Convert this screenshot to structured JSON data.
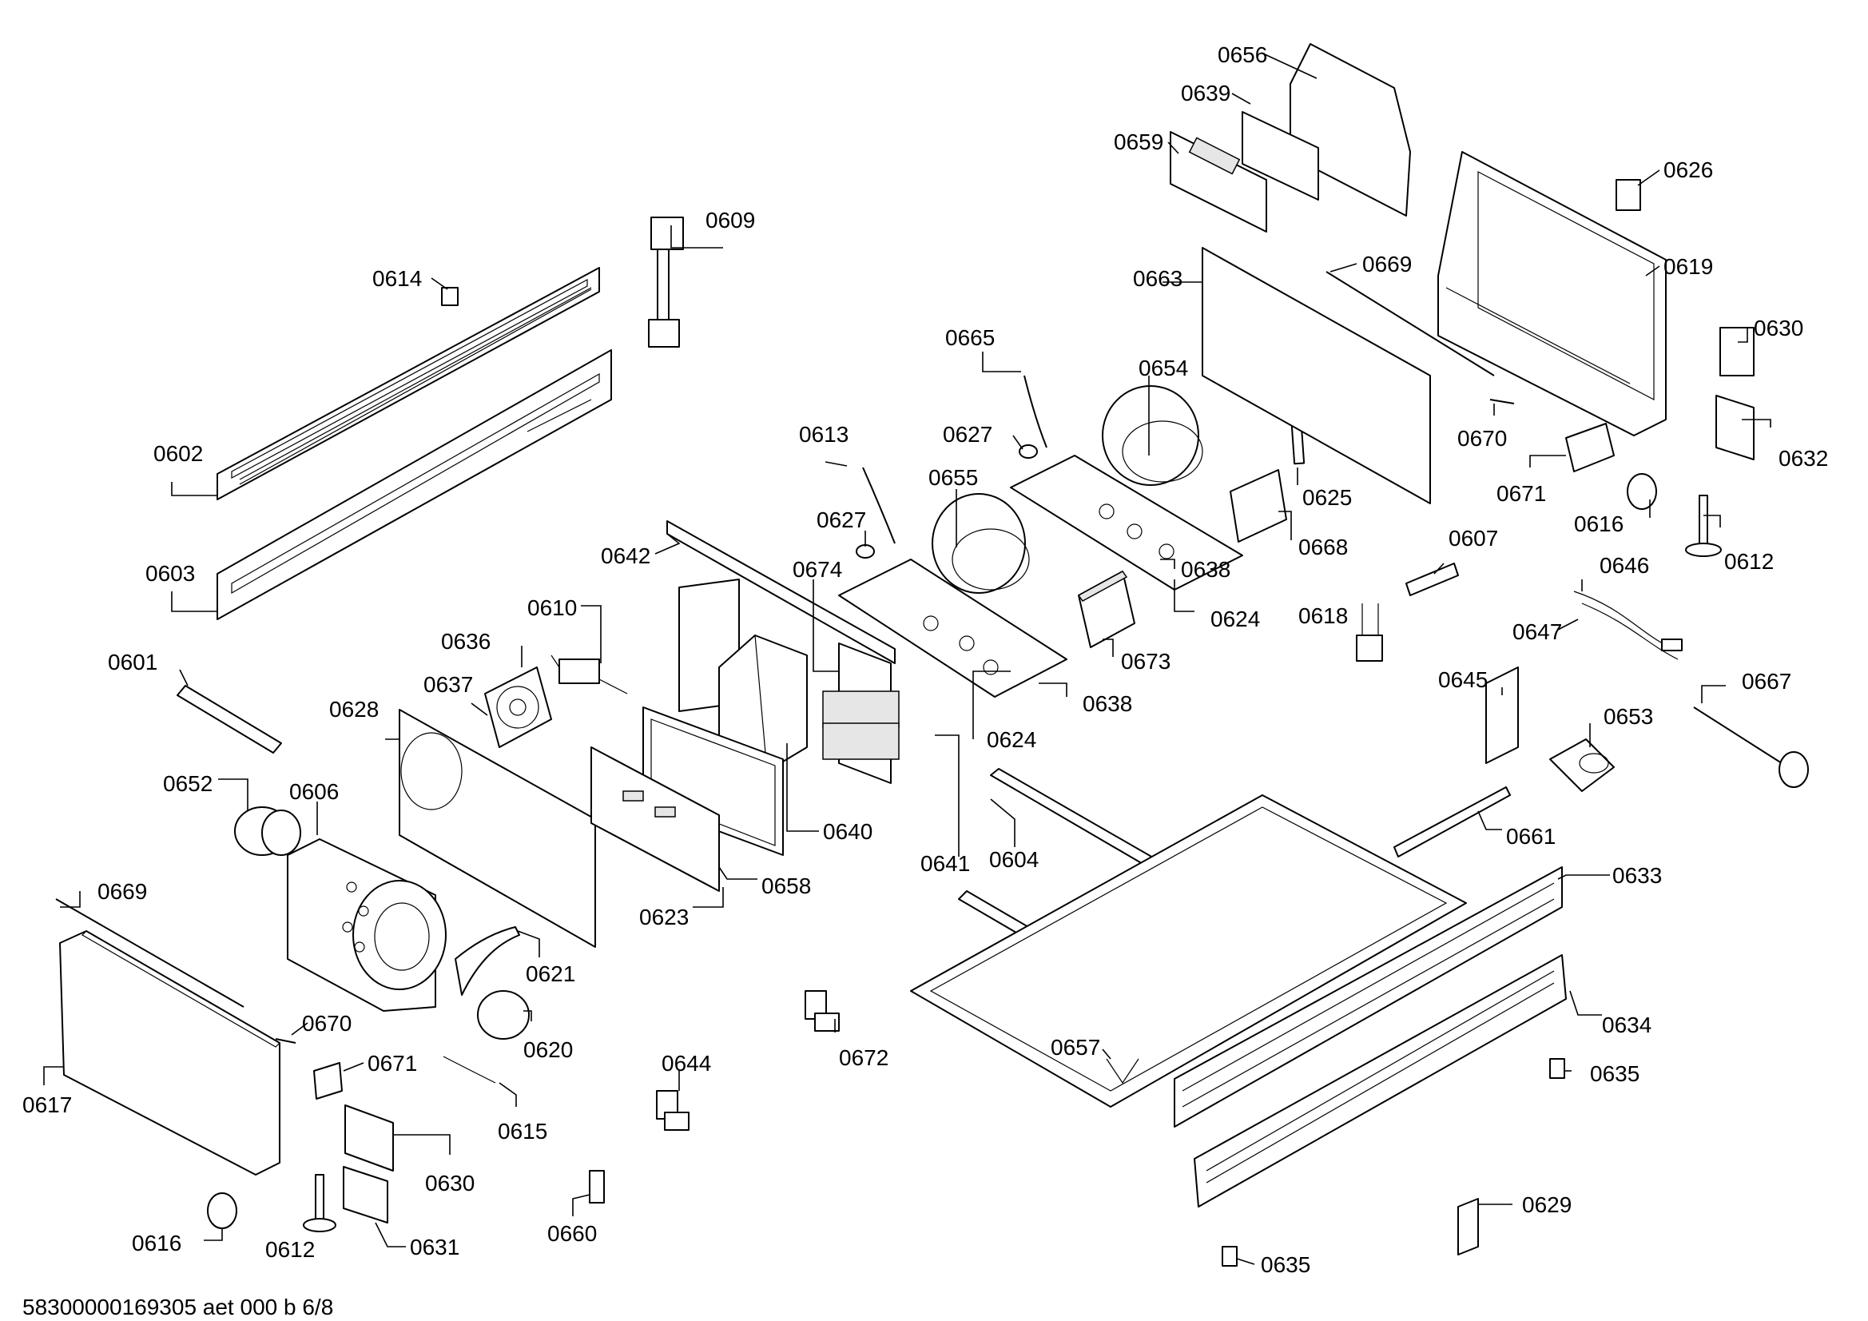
{
  "labels": {
    "p0656": "0656",
    "p0639": "0639",
    "p0659": "0659",
    "p0626": "0626",
    "p0609": "0609",
    "p0614": "0614",
    "p0663": "0663",
    "p0669a": "0669",
    "p0619": "0619",
    "p0630a": "0630",
    "p0665": "0665",
    "p0654": "0654",
    "p0670a": "0670",
    "p0632": "0632",
    "p0602": "0602",
    "p0627a": "0627",
    "p0613": "0613",
    "p0625": "0625",
    "p0671a": "0671",
    "p0655": "0655",
    "p0668": "0668",
    "p0616a": "0616",
    "p0612a": "0612",
    "p0627b": "0627",
    "p0607": "0607",
    "p0642": "0642",
    "p0638a": "0638",
    "p0603": "0603",
    "p0674": "0674",
    "p0646": "0646",
    "p0610": "0610",
    "p0624a": "0624",
    "p0647": "0647",
    "p0618": "0618",
    "p0636": "0636",
    "p0601": "0601",
    "p0673": "0673",
    "p0637": "0637",
    "p0645": "0645",
    "p0667": "0667",
    "p0638b": "0638",
    "p0628": "0628",
    "p0653": "0653",
    "p0624b": "0624",
    "p0652": "0652",
    "p0606": "0606",
    "p0640": "0640",
    "p0661": "0661",
    "p0641": "0641",
    "p0604": "0604",
    "p0633": "0633",
    "p0658": "0658",
    "p0669b": "0669",
    "p0623": "0623",
    "p0621": "0621",
    "p0670b": "0670",
    "p0634": "0634",
    "p0672": "0672",
    "p0620": "0620",
    "p0657": "0657",
    "p0671b": "0671",
    "p0635a": "0635",
    "p0644": "0644",
    "p0617": "0617",
    "p0615": "0615",
    "p0630b": "0630",
    "p0660": "0660",
    "p0629": "0629",
    "p0616b": "0616",
    "p0612b": "0612",
    "p0631": "0631",
    "p0635b": "0635"
  },
  "footer": "58300000169305 aet 000 b 6/8"
}
